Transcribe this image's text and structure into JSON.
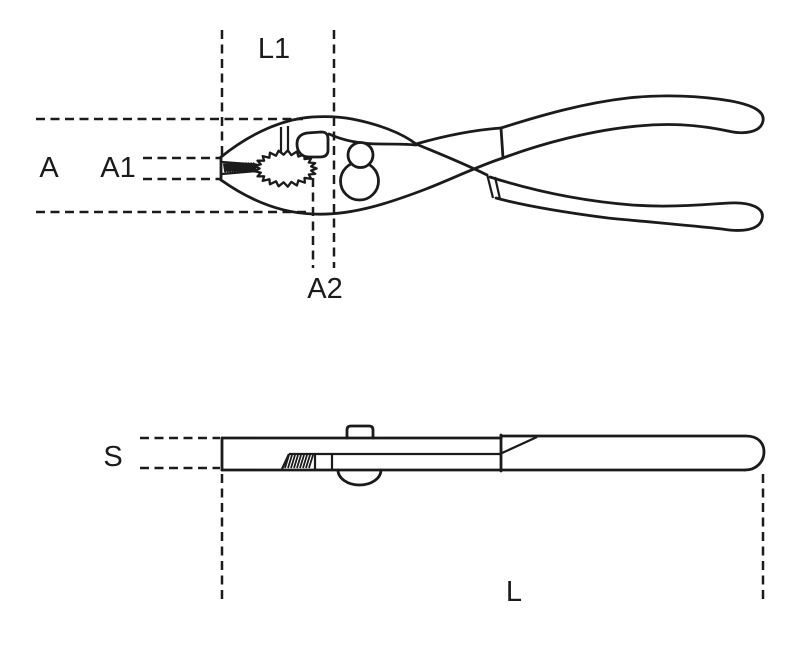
{
  "drawing": {
    "background_color": "#ffffff",
    "line_color": "#1b1b1b",
    "top_view": {
      "description": "pliers plan view",
      "labels": {
        "L1": "L1",
        "A": "A",
        "A1": "A1",
        "A2": "A2"
      }
    },
    "side_view": {
      "description": "pliers side profile",
      "labels": {
        "S": "S",
        "L": "L"
      }
    }
  }
}
